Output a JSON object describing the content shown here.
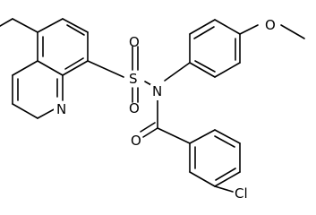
{
  "structure": {
    "atoms": {
      "nitrogen_ring": "N",
      "sulfur": "S",
      "sulfonyl_oxygen_top": "O",
      "sulfonyl_oxygen_bottom": "O",
      "amide_nitrogen": "N",
      "carbonyl_oxygen": "O",
      "methoxy_oxygen": "O",
      "chlorine": "Cl"
    }
  }
}
